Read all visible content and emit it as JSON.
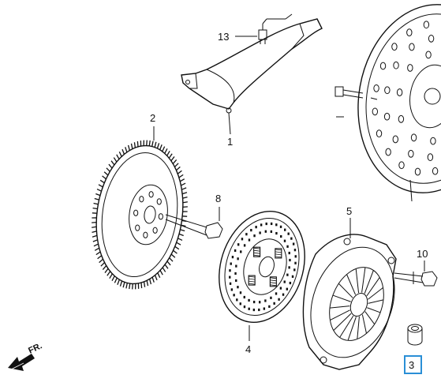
{
  "diagram": {
    "callouts": [
      {
        "id": "13",
        "label": "13"
      },
      {
        "id": "1",
        "label": "1"
      },
      {
        "id": "2",
        "label": "2"
      },
      {
        "id": "8",
        "label": "8"
      },
      {
        "id": "5",
        "label": "5"
      },
      {
        "id": "10",
        "label": "10"
      },
      {
        "id": "4",
        "label": "4"
      },
      {
        "id": "3",
        "label": "3"
      }
    ],
    "direction_label": "FR.",
    "highlighted_part": "3",
    "highlight_color": "#2a8fd6"
  }
}
